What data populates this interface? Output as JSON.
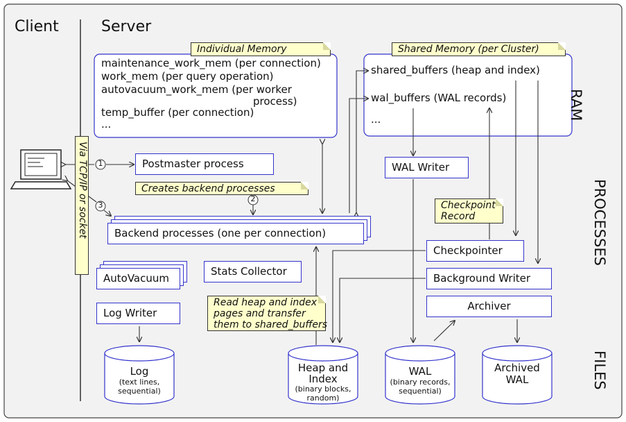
{
  "columns": {
    "client": "Client",
    "server": "Server"
  },
  "side_labels": {
    "ram": "RAM",
    "processes": "PROCESSES",
    "files": "FILES"
  },
  "individual_memory": {
    "title": "Individual Memory",
    "lines": [
      "maintenance_work_mem (per connection)",
      "work_mem (per query operation)",
      "autovacuum_work_mem (per worker",
      "process)",
      "temp_buffer (per connection)",
      "..."
    ]
  },
  "shared_memory": {
    "title": "Shared Memory (per Cluster)",
    "lines": [
      "shared_buffers (heap and index)",
      "wal_buffers (WAL records)",
      "..."
    ]
  },
  "connection_note": "Via TCP/IP or socket",
  "steps": [
    "1",
    "2",
    "3"
  ],
  "processes": {
    "postmaster": "Postmaster process",
    "backend": "Backend processes (one per connection)",
    "autovacuum": "AutoVacuum",
    "stats": "Stats Collector",
    "logwriter": "Log Writer",
    "walwriter": "WAL Writer",
    "checkpointer": "Checkpointer",
    "bgwriter": "Background Writer",
    "archiver": "Archiver"
  },
  "notes": {
    "creates_backend": "Creates backend processes",
    "checkpoint_record": [
      "Checkpoint",
      "Record"
    ],
    "read_heap": [
      "Read heap and index",
      "pages and transfer",
      "them to shared_buffers"
    ]
  },
  "files": {
    "log": {
      "title": "Log",
      "sub": [
        "(text lines,",
        "sequential)"
      ]
    },
    "heap": {
      "title": [
        "Heap and",
        "Index"
      ],
      "sub": [
        "(binary blocks,",
        "random)"
      ]
    },
    "wal": {
      "title": "WAL",
      "sub": [
        "(binary records,",
        "sequential)"
      ]
    },
    "archived": {
      "title": [
        "Archived",
        "WAL"
      ],
      "sub": []
    }
  },
  "colors": {
    "box_border": "#3333cc",
    "note_fill": "#ffffcc",
    "panel": "#f2f2f2",
    "line": "#333333"
  }
}
